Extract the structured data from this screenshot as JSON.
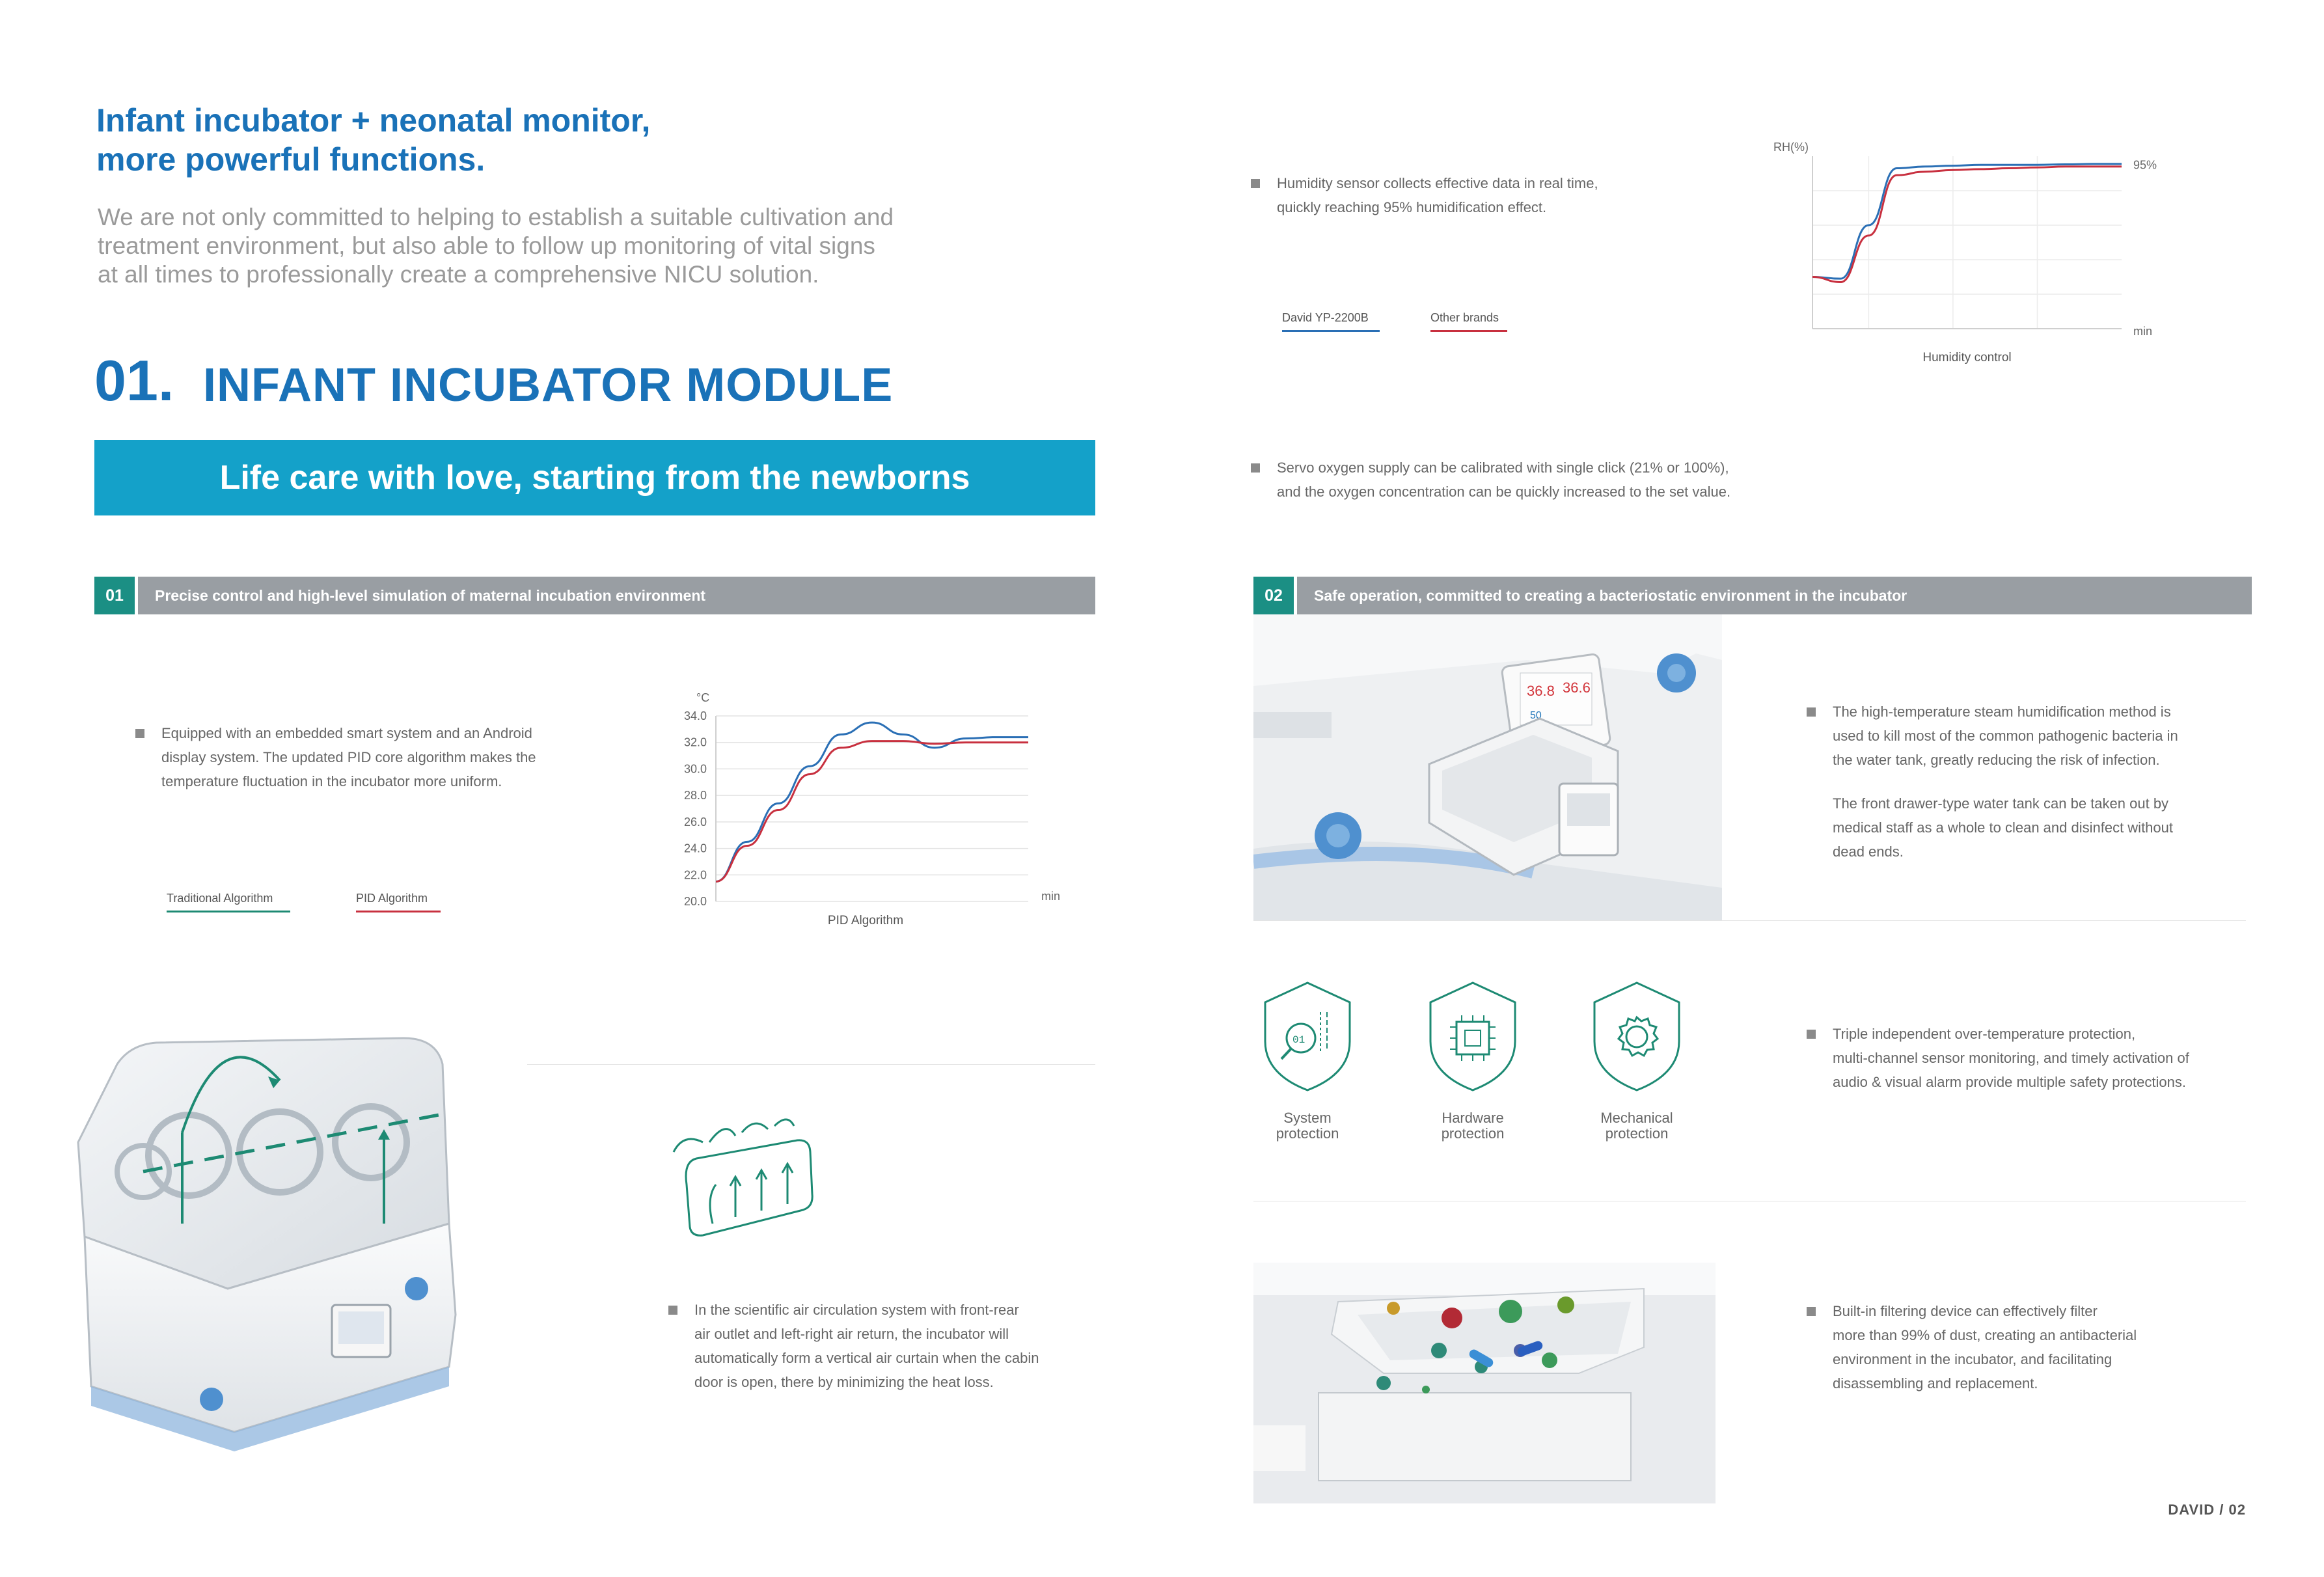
{
  "header": {
    "headline_line1": "Infant incubator + neonatal monitor,",
    "headline_line2": "more powerful functions.",
    "intro_line1": "We are not only committed to helping to establish a suitable cultivation and",
    "intro_line2": "treatment environment, but also able to follow up monitoring of vital signs",
    "intro_line3": "at all times to professionally create a comprehensive NICU solution."
  },
  "section": {
    "number": "01.",
    "title": "INFANT INCUBATOR MODULE",
    "banner": "Life care with love, starting from the newborns"
  },
  "feature1": {
    "badge": "01",
    "title": "Precise control and high-level simulation of maternal incubation environment",
    "text_line1": "Equipped with an embedded smart system and an Android",
    "text_line2": "display system. The updated PID core algorithm makes the",
    "text_line3": "temperature fluctuation in the incubator more uniform.",
    "legend_a": "Traditional Algorithm",
    "legend_b": "PID Algorithm",
    "airflow_line1": "In the scientific air circulation system with front-rear",
    "airflow_line2": "air outlet and left-right air return, the incubator will",
    "airflow_line3": "automatically form a vertical air curtain when the cabin",
    "airflow_line4": "door is open, there by minimizing the heat loss."
  },
  "feature2": {
    "badge": "02",
    "title": "Safe operation, committed to creating a bacteriostatic environment in the incubator",
    "humidity_line1": "Humidity sensor collects effective data in real time,",
    "humidity_line2": "quickly reaching 95% humidification effect.",
    "legend_a": "David YP-2200B",
    "legend_b": "Other brands",
    "oxygen_line1": "Servo oxygen supply can be calibrated with single click (21% or 100%),",
    "oxygen_line2": "and the oxygen concentration can be quickly increased to the set value.",
    "steam_line1": "The high-temperature steam humidification method is",
    "steam_line2": "used to kill most of the common pathogenic bacteria in",
    "steam_line3": "the water tank, greatly reducing the risk of infection.",
    "tank_line1": "The front drawer-type water tank can be taken out by",
    "tank_line2": "medical staff as a whole to clean and disinfect without",
    "tank_line3": "dead ends.",
    "protection_line1": "Triple independent over-temperature protection,",
    "protection_line2": "multi-channel sensor monitoring, and timely activation of",
    "protection_line3": "audio & visual alarm provide multiple safety protections.",
    "icons": [
      {
        "icon": "binary-magnifier-shield-icon",
        "label_line1": "System",
        "label_line2": "protection"
      },
      {
        "icon": "chip-shield-icon",
        "label_line1": "Hardware",
        "label_line2": "protection"
      },
      {
        "icon": "gear-shield-icon",
        "label_line1": "Mechanical",
        "label_line2": "protection"
      }
    ],
    "filter_line1": "Built-in filtering device can effectively filter",
    "filter_line2": "more than 99% of dust, creating an antibacterial",
    "filter_line3": "environment in the incubator, and facilitating",
    "filter_line4": "disassembling and replacement."
  },
  "footer": {
    "page": "DAVID  /  02"
  },
  "colors": {
    "brand_blue": "#1a72b8",
    "banner_cyan": "#14a1c9",
    "badge_teal": "#1b8f84",
    "bar_grey": "#999ea3",
    "series_blue": "#2a6fb5",
    "series_red": "#c8303f",
    "icon_green": "#1d8a73"
  },
  "chart_data": [
    {
      "type": "line",
      "title": "PID Algorithm",
      "xlabel": "min",
      "ylabel": "°C",
      "ylim": [
        20.0,
        34.0
      ],
      "yticks": [
        "34.0",
        "32.0",
        "30.0",
        "28.0",
        "26.0",
        "24.0",
        "22.0",
        "20.0"
      ],
      "x": [
        0,
        1,
        2,
        3,
        4,
        5,
        6,
        7,
        8,
        9,
        10
      ],
      "series": [
        {
          "name": "Traditional Algorithm",
          "color": "#2a6fb5",
          "values": [
            21.5,
            24.5,
            27.4,
            30.2,
            32.6,
            33.5,
            32.6,
            31.6,
            32.3,
            32.4,
            32.4
          ]
        },
        {
          "name": "PID Algorithm",
          "color": "#c8303f",
          "values": [
            21.5,
            24.2,
            26.9,
            29.6,
            31.6,
            32.1,
            32.1,
            31.9,
            32.0,
            32.0,
            32.0
          ]
        }
      ]
    },
    {
      "type": "line",
      "title": "Humidity control",
      "xlabel": "min",
      "ylabel": "RH(%)",
      "annotation": "95%",
      "ylim": [
        0,
        100
      ],
      "x": [
        0,
        1,
        2,
        3,
        4,
        5,
        6,
        7,
        8,
        9,
        10,
        11
      ],
      "series": [
        {
          "name": "David YP-2200B",
          "color": "#2a6fb5",
          "values": [
            30,
            29,
            60,
            93,
            94,
            94.5,
            95,
            95,
            95,
            95.3,
            95.5,
            95.5
          ]
        },
        {
          "name": "Other brands",
          "color": "#c8303f",
          "values": [
            30,
            27,
            54,
            89,
            91,
            92,
            92.5,
            93,
            93.5,
            94,
            94,
            94
          ]
        }
      ]
    }
  ]
}
